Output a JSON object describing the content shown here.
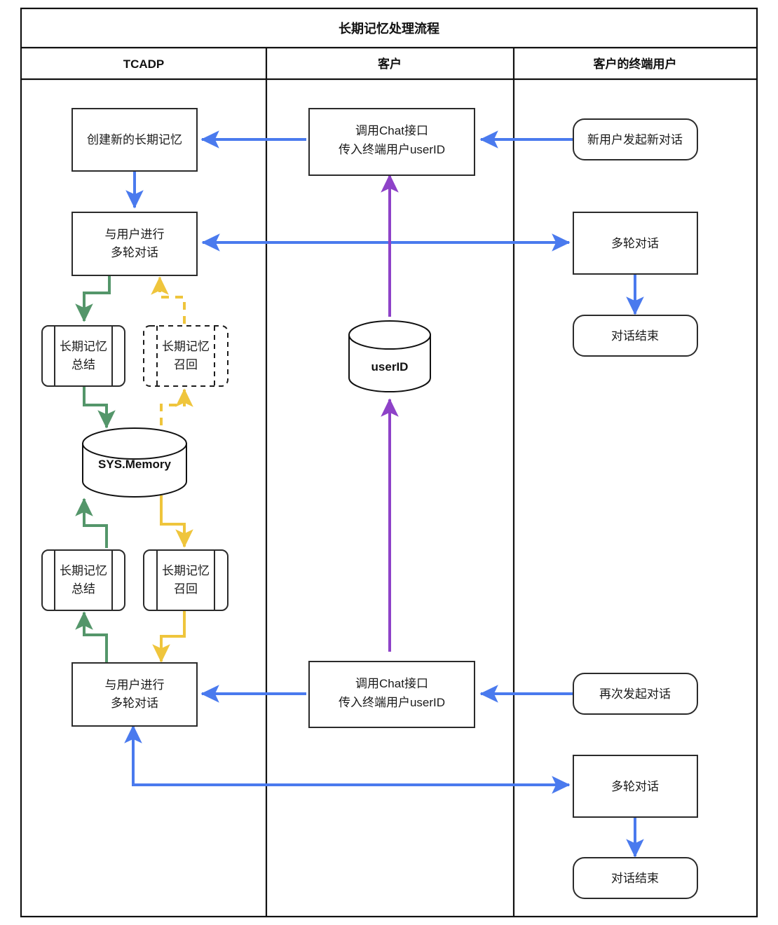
{
  "diagram": {
    "title": "长期记忆处理流程",
    "lanes": [
      {
        "id": "tcadp",
        "label": "TCADP"
      },
      {
        "id": "customer",
        "label": "客户"
      },
      {
        "id": "enduser",
        "label": "客户的终端用户"
      }
    ],
    "colors": {
      "blue": "#4a7aee",
      "green": "#54966a",
      "yellow": "#efc53c",
      "purple": "#8e42c8",
      "stroke": "#2b2b2b",
      "background": "#ffffff"
    },
    "nodes": {
      "create_memory": {
        "label": "创建新的长期记忆",
        "shape": "rect",
        "lane": "tcadp"
      },
      "multi_turn_1": {
        "label_line1": "与用户进行",
        "label_line2": "多轮对话",
        "shape": "rect",
        "lane": "tcadp"
      },
      "summary_1": {
        "label_line1": "长期记忆",
        "label_line2": "总结",
        "shape": "process",
        "lane": "tcadp"
      },
      "recall_1": {
        "label_line1": "长期记忆",
        "label_line2": "召回",
        "shape": "process-dashed",
        "lane": "tcadp"
      },
      "sys_memory": {
        "label": "SYS.Memory",
        "shape": "cylinder",
        "lane": "tcadp"
      },
      "summary_2": {
        "label_line1": "长期记忆",
        "label_line2": "总结",
        "shape": "process",
        "lane": "tcadp"
      },
      "recall_2": {
        "label_line1": "长期记忆",
        "label_line2": "召回",
        "shape": "process",
        "lane": "tcadp"
      },
      "multi_turn_2": {
        "label_line1": "与用户进行",
        "label_line2": "多轮对话",
        "shape": "rect",
        "lane": "tcadp"
      },
      "chat_api_1": {
        "label_line1": "调用Chat接口",
        "label_line2": "传入终端用户userID",
        "shape": "rect",
        "lane": "customer"
      },
      "userid_store": {
        "label": "userID",
        "shape": "cylinder",
        "lane": "customer"
      },
      "chat_api_2": {
        "label_line1": "调用Chat接口",
        "label_line2": "传入终端用户userID",
        "shape": "rect",
        "lane": "customer"
      },
      "new_user_start": {
        "label": "新用户发起新对话",
        "shape": "rounded",
        "lane": "enduser"
      },
      "multi_turn_e1": {
        "label": "多轮对话",
        "shape": "rect",
        "lane": "enduser"
      },
      "dialog_end_1": {
        "label": "对话结束",
        "shape": "rounded",
        "lane": "enduser"
      },
      "restart_dialog": {
        "label": "再次发起对话",
        "shape": "rounded",
        "lane": "enduser"
      },
      "multi_turn_e2": {
        "label": "多轮对话",
        "shape": "rect",
        "lane": "enduser"
      },
      "dialog_end_2": {
        "label": "对话结束",
        "shape": "rounded",
        "lane": "enduser"
      }
    },
    "edges": [
      {
        "from": "new_user_start",
        "to": "chat_api_1",
        "color": "blue",
        "style": "solid",
        "direction": "one-way"
      },
      {
        "from": "chat_api_1",
        "to": "create_memory",
        "color": "blue",
        "style": "solid",
        "direction": "one-way"
      },
      {
        "from": "create_memory",
        "to": "multi_turn_1",
        "color": "blue",
        "style": "solid",
        "direction": "one-way"
      },
      {
        "from": "multi_turn_1",
        "to": "multi_turn_e1",
        "color": "blue",
        "style": "solid",
        "direction": "two-way"
      },
      {
        "from": "multi_turn_e1",
        "to": "dialog_end_1",
        "color": "blue",
        "style": "solid",
        "direction": "one-way"
      },
      {
        "from": "chat_api_1",
        "to": "userid_store",
        "color": "purple",
        "style": "solid",
        "direction": "two-way"
      },
      {
        "from": "multi_turn_1",
        "to": "summary_1",
        "color": "green",
        "style": "solid",
        "direction": "one-way"
      },
      {
        "from": "summary_1",
        "to": "sys_memory",
        "color": "green",
        "style": "solid",
        "direction": "one-way"
      },
      {
        "from": "sys_memory",
        "to": "recall_1",
        "color": "yellow",
        "style": "dashed",
        "direction": "one-way"
      },
      {
        "from": "recall_1",
        "to": "multi_turn_1",
        "color": "yellow",
        "style": "dashed",
        "direction": "one-way"
      },
      {
        "from": "multi_turn_2",
        "to": "summary_2",
        "color": "green",
        "style": "solid",
        "direction": "one-way"
      },
      {
        "from": "summary_2",
        "to": "sys_memory",
        "color": "green",
        "style": "solid",
        "direction": "one-way"
      },
      {
        "from": "sys_memory",
        "to": "recall_2",
        "color": "yellow",
        "style": "solid",
        "direction": "one-way"
      },
      {
        "from": "recall_2",
        "to": "multi_turn_2",
        "color": "yellow",
        "style": "solid",
        "direction": "one-way"
      },
      {
        "from": "restart_dialog",
        "to": "chat_api_2",
        "color": "blue",
        "style": "solid",
        "direction": "one-way"
      },
      {
        "from": "chat_api_2",
        "to": "multi_turn_2",
        "color": "blue",
        "style": "solid",
        "direction": "one-way"
      },
      {
        "from": "chat_api_2",
        "to": "userid_store",
        "color": "purple",
        "style": "solid",
        "direction": "two-way"
      },
      {
        "from": "multi_turn_2",
        "to": "multi_turn_e2",
        "color": "blue",
        "style": "solid",
        "direction": "two-way"
      },
      {
        "from": "multi_turn_e2",
        "to": "dialog_end_2",
        "color": "blue",
        "style": "solid",
        "direction": "one-way"
      }
    ]
  }
}
